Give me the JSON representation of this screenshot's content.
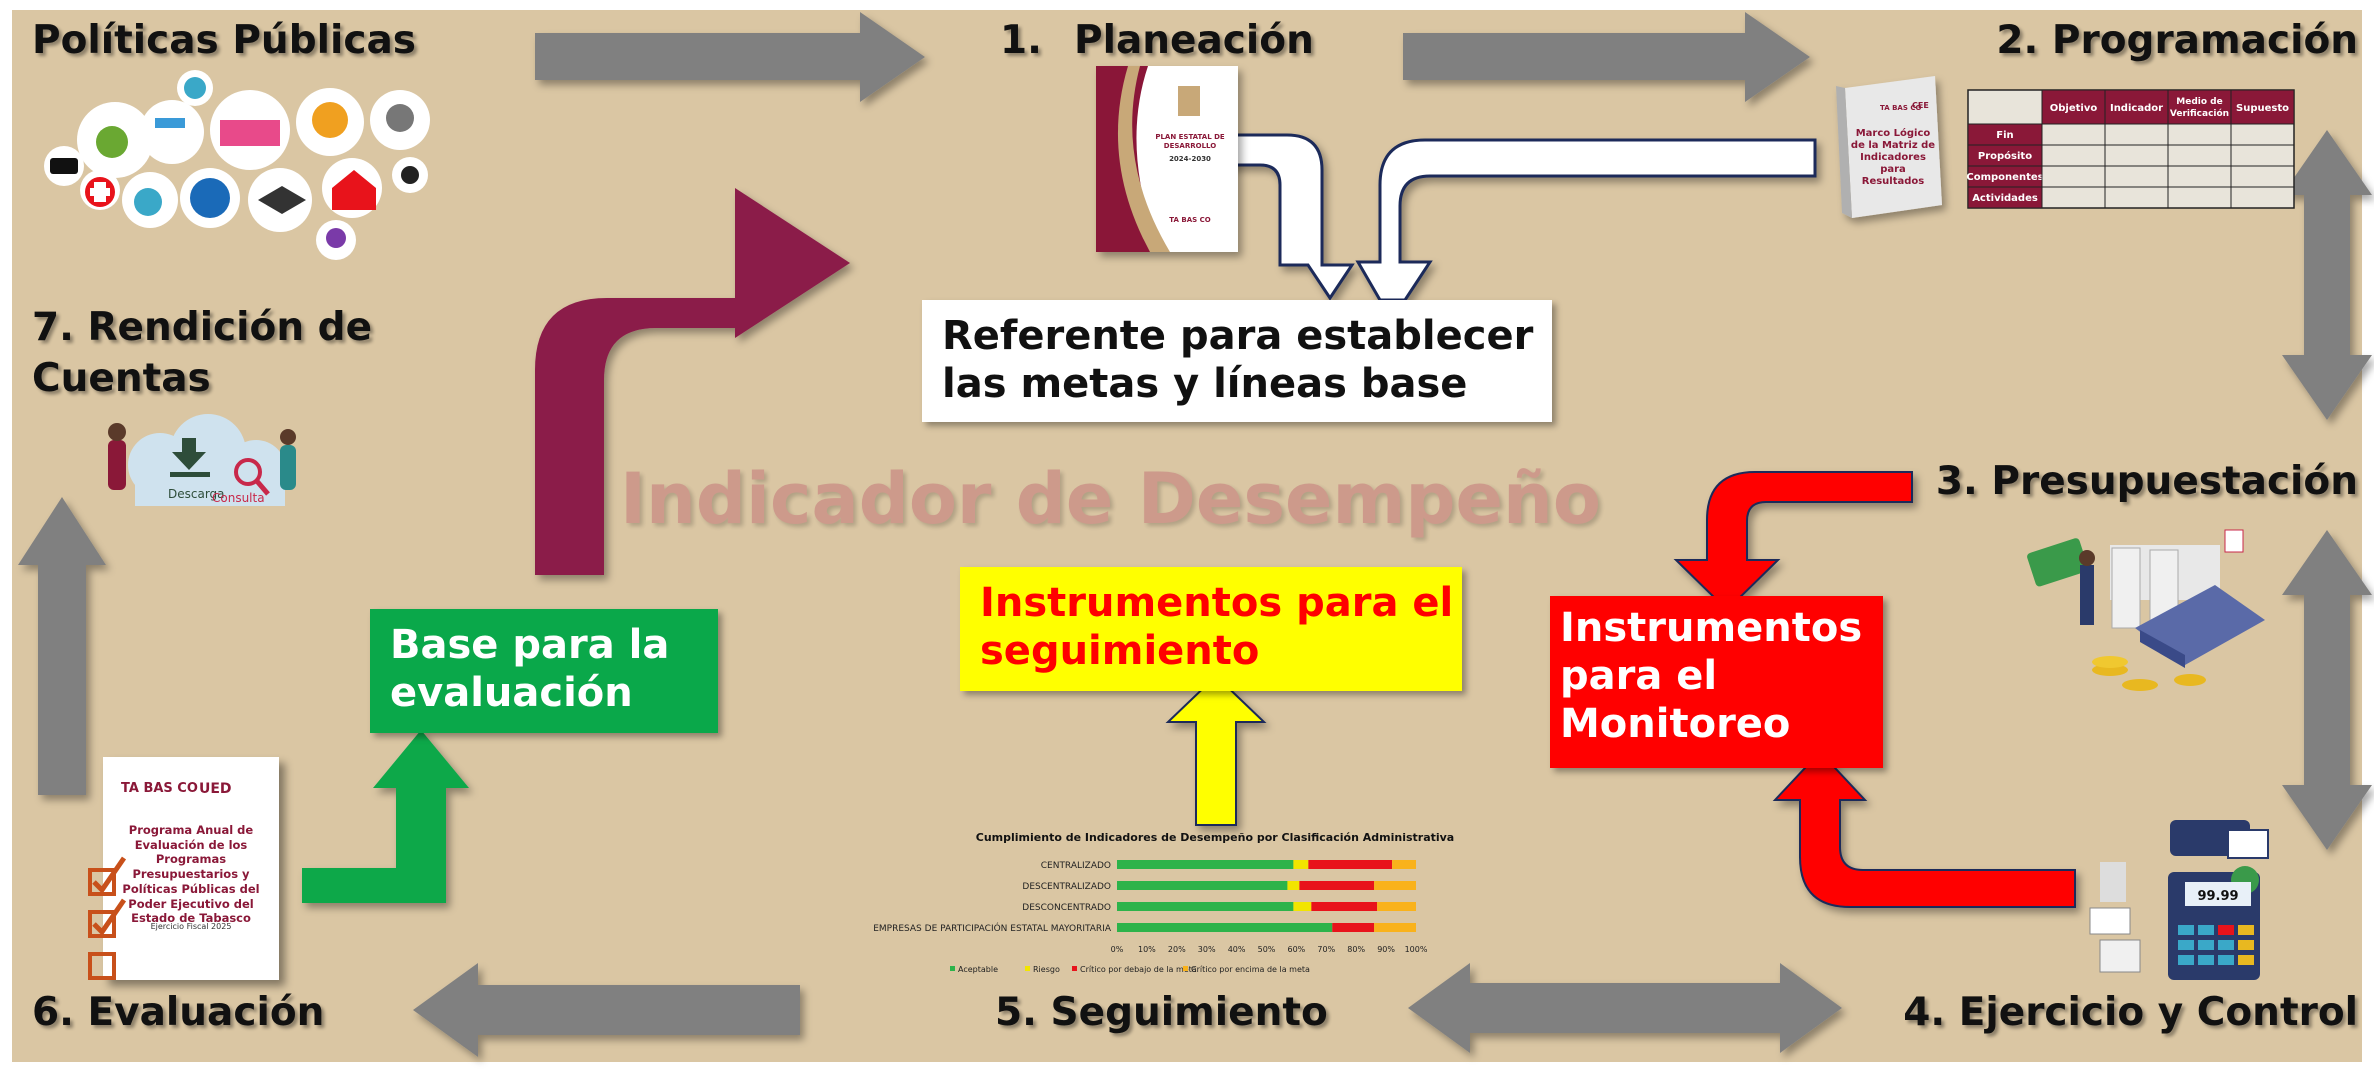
{
  "colors": {
    "background": "#dac6a3",
    "grey_arrow": "#808080",
    "maroon": "#8b1a4a",
    "green": "#0aa84a",
    "yellow": "#ffff00",
    "red": "#ff0000",
    "navy": "#1a2b5a"
  },
  "labels": {
    "politicas": "Políticas Públicas",
    "planeacion_num": "1.",
    "planeacion": "Planeación",
    "programacion": "2. Programación",
    "presupuestacion": "3. Presupuestación",
    "ejercicio": "4. Ejercicio y Control",
    "seguimiento": "5. Seguimiento",
    "evaluacion": "6. Evaluación",
    "rendicion_1": "7. Rendición de",
    "rendicion_2": "Cuentas"
  },
  "boxes": {
    "referente_1": "Referente para establecer",
    "referente_2": "las metas y líneas base",
    "base_1": "Base para la",
    "base_2": "evaluación",
    "seguimiento_1": "Instrumentos para el",
    "seguimiento_2": "seguimiento",
    "monitoreo_1": "Instrumentos",
    "monitoreo_2": "para el",
    "monitoreo_3": "Monitoreo"
  },
  "watermark": "Indicador de Desempeño",
  "ped_cover": {
    "logo": "TA BAS CO",
    "line1": "PLAN ESTATAL DE",
    "line2": "DESARROLLO",
    "line3": "2024-2030"
  },
  "mml_book": {
    "logo": "TA BAS CO",
    "badge": "CEE",
    "lines": [
      "Marco Lógico",
      "de la Matriz de",
      "Indicadores",
      "para",
      "Resultados"
    ]
  },
  "mml_table": {
    "columns": [
      "Objetivo",
      "Indicador",
      "Medio de Verificación",
      "Supuesto"
    ],
    "rows": [
      "Fin",
      "Propósito",
      "Componentes",
      "Actividades"
    ]
  },
  "pae_doc": {
    "logo": "TA BAS CO",
    "badge": "UED",
    "title_lines": [
      "Programa Anual de",
      "Evaluación de los",
      "Programas",
      "Presupuestarios y",
      "Políticas Públicas del",
      "Poder Ejecutivo del",
      "Estado de Tabasco"
    ],
    "year": "Ejercicio Fiscal 2025"
  },
  "rendicion_icons": {
    "download": "Descarga",
    "query": "Consulta"
  },
  "calculator": {
    "display": "99.99"
  },
  "chart_data": {
    "type": "bar",
    "stacked": true,
    "orientation": "horizontal",
    "title": "Cumplimiento de Indicadores de Desempeño por Clasificación Administrativa",
    "categories": [
      "CENTRALIZADO",
      "DESCENTRALIZADO",
      "DESCONCENTRADO",
      "EMPRESAS DE PARTICIPACIÓN ESTATAL MAYORITARIA"
    ],
    "series": [
      {
        "name": "Aceptable",
        "color": "#2db34a",
        "values": [
          59,
          57,
          59,
          72
        ]
      },
      {
        "name": "Riesgo",
        "color": "#f2e500",
        "values": [
          5,
          4,
          6,
          0
        ]
      },
      {
        "name": "Crítico por debajo de la meta",
        "color": "#e8131b",
        "values": [
          28,
          25,
          22,
          14
        ]
      },
      {
        "name": "Crítico por encima de la meta",
        "color": "#f9b21b",
        "values": [
          8,
          14,
          13,
          14
        ]
      }
    ],
    "xticks": [
      "0%",
      "10%",
      "20%",
      "30%",
      "40%",
      "50%",
      "60%",
      "70%",
      "80%",
      "90%",
      "100%"
    ],
    "xlim": [
      0,
      100
    ],
    "legend": "bottom"
  }
}
